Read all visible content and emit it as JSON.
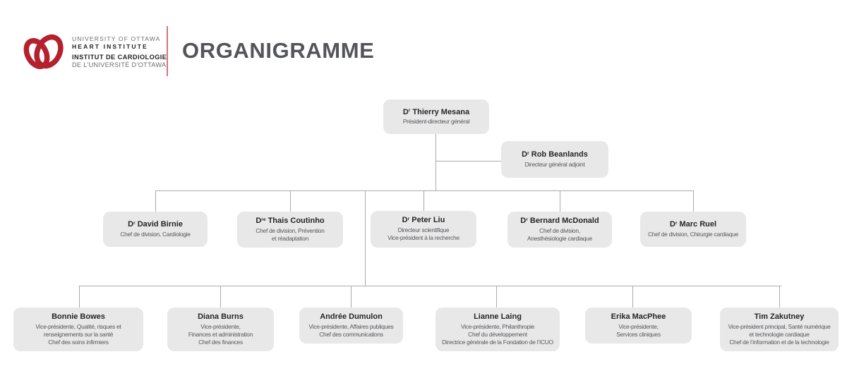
{
  "header": {
    "logo": {
      "icon": "double-heart-logo",
      "brand_red": "#b5202f",
      "line1": "UNIVERSITY OF OTTAWA",
      "line2": "HEART INSTITUTE",
      "line3": "INSTITUT DE CARDIOLOGIE",
      "line4": "DE L’UNIVERSITÉ D’OTTAWA"
    },
    "title": "ORGANIGRAMME"
  },
  "colors": {
    "box_fill": "#e8e8e9",
    "connector_line": "#a9aaac",
    "name_text": "#262427",
    "title_text": "#565659",
    "heading_text": "#545559",
    "divider": "#d4737b"
  },
  "boxes": [
    {
      "id": "mesana",
      "level": 1,
      "name_prefix": "D",
      "name_sup": "r",
      "name_rest": " Thierry Mesana",
      "title": "Président-directeur général"
    },
    {
      "id": "beanlands",
      "level": 1,
      "name_prefix": "D",
      "name_sup": "r",
      "name_rest": " Rob Beanlands",
      "title": "Directeur général adjoint"
    },
    {
      "id": "birnie",
      "level": 2,
      "name_prefix": "D",
      "name_sup": "r",
      "name_rest": " David Birnie",
      "title": "Chef de division, Cardiologie"
    },
    {
      "id": "coutinho",
      "level": 2,
      "name_prefix": "D",
      "name_sup": "re",
      "name_rest": " Thais Coutinho",
      "title": "Chef de division, Prévention\net réadaptation"
    },
    {
      "id": "liu",
      "level": 2,
      "name_prefix": "D",
      "name_sup": "r",
      "name_rest": " Peter Liu",
      "title": "Directeur scientifique\nVice-président à la recherche"
    },
    {
      "id": "mcdonald",
      "level": 2,
      "name_prefix": "D",
      "name_sup": "r",
      "name_rest": " Bernard McDonald",
      "title": "Chef de division,\nAnesthésiologie cardiaque"
    },
    {
      "id": "ruel",
      "level": 2,
      "name_prefix": "D",
      "name_sup": "r",
      "name_rest": " Marc Ruel",
      "title": "Chef de division, Chirurgie cardiaque"
    },
    {
      "id": "bowes",
      "level": 3,
      "name_prefix": "",
      "name_sup": "",
      "name_rest": "Bonnie Bowes",
      "title": "Vice-présidente, Qualité, risques et\nrenseignements sur la santé\nChef des soins infirmiers"
    },
    {
      "id": "burns",
      "level": 3,
      "name_prefix": "",
      "name_sup": "",
      "name_rest": "Diana Burns",
      "title": "Vice-présidente,\nFinances et administration\nChef des finances"
    },
    {
      "id": "dumulon",
      "level": 3,
      "name_prefix": "",
      "name_sup": "",
      "name_rest": "Andrée Dumulon",
      "title": "Vice-présidente, Affaires publiques\nChef des communications"
    },
    {
      "id": "laing",
      "level": 3,
      "name_prefix": "",
      "name_sup": "",
      "name_rest": "Lianne Laing",
      "title": "Vice-présidente, Philanthropie\nChef du développement\nDirectrice générale de la Fondation de l’ICUO"
    },
    {
      "id": "macphee",
      "level": 3,
      "name_prefix": "",
      "name_sup": "",
      "name_rest": "Erika MacPhee",
      "title": "Vice-présidente,\nServices cliniques"
    },
    {
      "id": "zakutney",
      "level": 3,
      "name_prefix": "",
      "name_sup": "",
      "name_rest": "Tim Zakutney",
      "title": "Vice-président principal, Santé numérique\net technologie cardiaque\nChef de l’information et de la technologie"
    }
  ]
}
